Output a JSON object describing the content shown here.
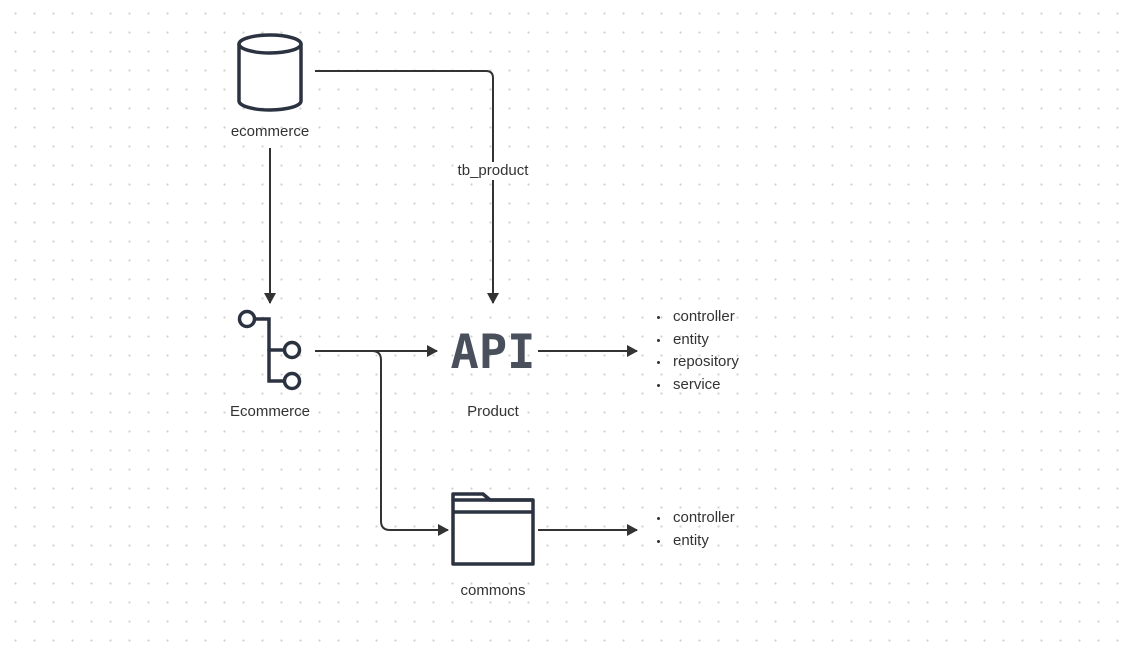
{
  "colors": {
    "stroke": "#333333",
    "icon_stroke": "#2b3240",
    "api_text": "#4a4f5c",
    "background": "#ffffff",
    "grid_dot": "#cfcfcf"
  },
  "nodes": {
    "database": {
      "label": "ecommerce",
      "icon": "database-icon"
    },
    "repository": {
      "label": "Ecommerce",
      "icon": "git-branch-icon"
    },
    "api": {
      "label": "Product",
      "icon": "api-icon",
      "icon_text": "API"
    },
    "folder": {
      "label": "commons",
      "icon": "folder-icon"
    }
  },
  "edges": {
    "db_to_api": {
      "label": "tb_product"
    }
  },
  "lists": {
    "product_packages": [
      "controller",
      "entity",
      "repository",
      "service"
    ],
    "commons_packages": [
      "controller",
      "entity"
    ]
  }
}
